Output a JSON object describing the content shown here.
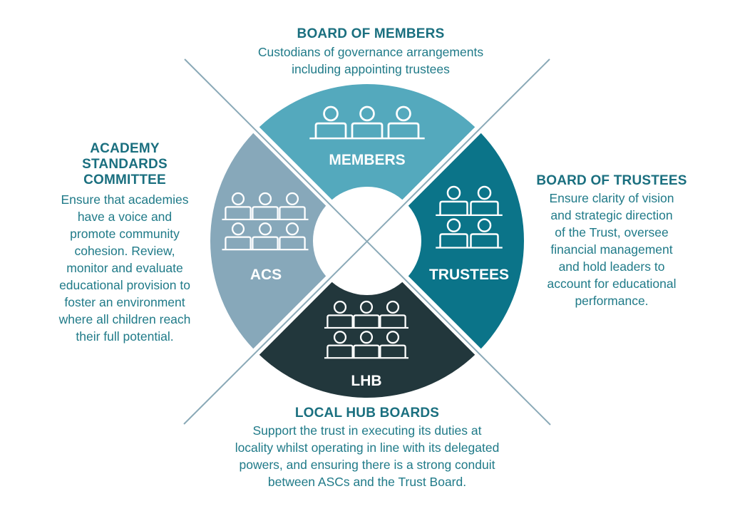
{
  "colors": {
    "members": "#54a9bd",
    "trustees": "#0b7489",
    "lhb": "#22373c",
    "acs": "#87a8ba",
    "divider": "#8aa9b7",
    "text_heading": "#1a6f7f",
    "text_body": "#1f7a88"
  },
  "segments": {
    "members": {
      "label": "MEMBERS",
      "icon": "people-at-table-icon",
      "people_rows": [
        3
      ]
    },
    "trustees": {
      "label": "TRUSTEES",
      "icon": "people-at-table-icon",
      "people_rows": [
        2,
        2
      ]
    },
    "lhb": {
      "label": "LHB",
      "icon": "people-at-table-icon",
      "people_rows": [
        3,
        3
      ]
    },
    "acs": {
      "label": "ACS",
      "icon": "people-at-table-icon",
      "people_rows": [
        3,
        3
      ]
    }
  },
  "panels": {
    "members": {
      "title": "BOARD OF MEMBERS",
      "lines": [
        "Custodians of governance arrangements",
        "including appointing trustees"
      ]
    },
    "trustees": {
      "title": "BOARD OF TRUSTEES",
      "lines": [
        "Ensure clarity of vision",
        "and strategic direction",
        "of the Trust, oversee",
        "financial management",
        "and hold leaders to",
        "account for educational",
        "performance."
      ]
    },
    "lhb": {
      "title": "LOCAL HUB BOARDS",
      "lines": [
        "Support the trust in executing its duties at",
        "locality whilst operating in line with its delegated",
        "powers, and ensuring there is a strong conduit",
        "between ASCs and the Trust Board."
      ]
    },
    "acs": {
      "title_lines": [
        "ACADEMY",
        "STANDARDS",
        "COMMITTEE"
      ],
      "lines": [
        "Ensure that academies",
        "have a voice and",
        "promote community",
        "cohesion. Review,",
        "monitor and evaluate",
        "educational provision to",
        "foster an environment",
        "where all children reach",
        "their full potential."
      ]
    }
  }
}
